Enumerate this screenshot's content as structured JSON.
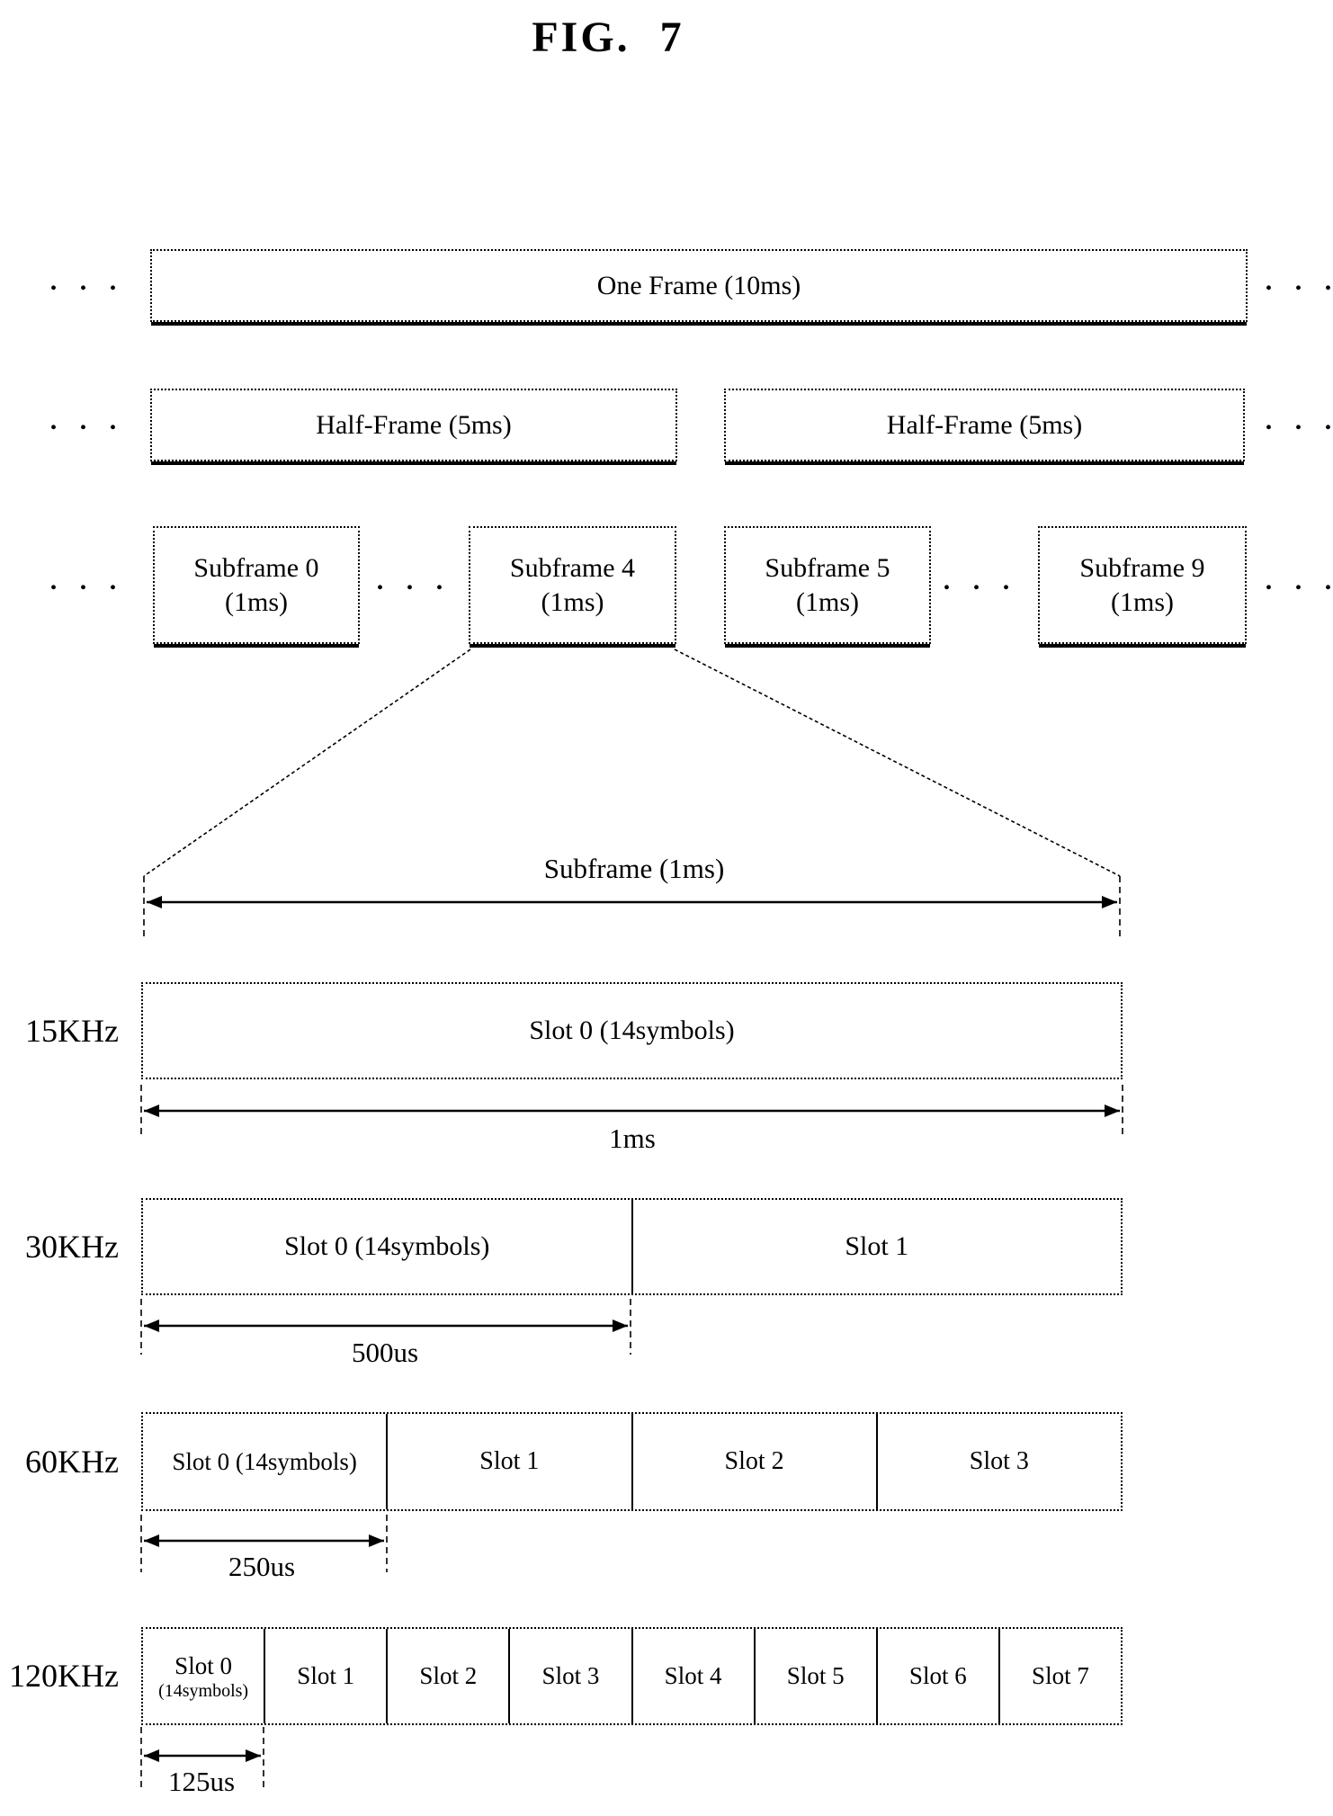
{
  "title": "FIG. 7",
  "ellipsis": ". . .",
  "colors": {
    "ink": "#000000",
    "paper": "#ffffff"
  },
  "frame": {
    "label": "One Frame (10ms)"
  },
  "half_frames": [
    {
      "label": "Half-Frame (5ms)"
    },
    {
      "label": "Half-Frame (5ms)"
    }
  ],
  "subframes": [
    {
      "name": "Subframe 0",
      "dur": "(1ms)"
    },
    {
      "name": "Subframe 4",
      "dur": "(1ms)"
    },
    {
      "name": "Subframe 5",
      "dur": "(1ms)"
    },
    {
      "name": "Subframe 9",
      "dur": "(1ms)"
    }
  ],
  "expansion_label": "Subframe (1ms)",
  "rows": [
    {
      "label": "15KHz",
      "slots": [
        "Slot 0 (14symbols)"
      ],
      "duration": "1ms"
    },
    {
      "label": "30KHz",
      "slots": [
        "Slot 0 (14symbols)",
        "Slot 1"
      ],
      "duration": "500us"
    },
    {
      "label": "60KHz",
      "slots": [
        "Slot 0 (14symbols)",
        "Slot 1",
        "Slot 2",
        "Slot 3"
      ],
      "duration": "250us"
    },
    {
      "label": "120KHz",
      "slots": [
        "Slot 0",
        "Slot 1",
        "Slot 2",
        "Slot 3",
        "Slot 4",
        "Slot 5",
        "Slot 6",
        "Slot 7"
      ],
      "slot0_sub": "(14symbols)",
      "duration": "125us"
    }
  ]
}
